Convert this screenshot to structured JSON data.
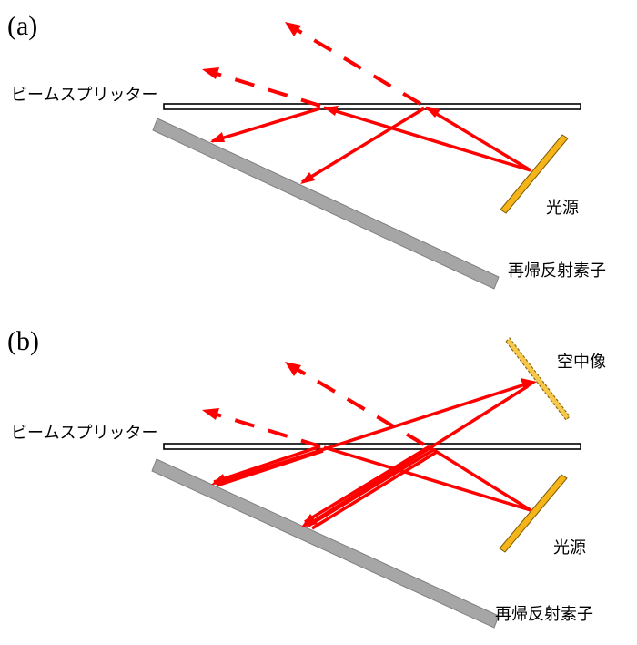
{
  "panels": [
    {
      "tag": "(a)",
      "beam_splitter_label": "ビームスプリッター",
      "light_source_label": "光源",
      "retroreflector_label": "再帰反射素子"
    },
    {
      "tag": "(b)",
      "beam_splitter_label": "ビームスプリッター",
      "light_source_label": "光源",
      "retroreflector_label": "再帰反射素子",
      "aerial_image_label": "空中像"
    }
  ],
  "colors": {
    "ray": "#ff0000",
    "beam_splitter": "#ffffff",
    "retroreflector": "#a6a6a6",
    "light_source": "#f5b41a",
    "aerial_image": "#f7c84a"
  },
  "icons": {
    "ray_arrowhead": "triangle-arrowhead"
  }
}
